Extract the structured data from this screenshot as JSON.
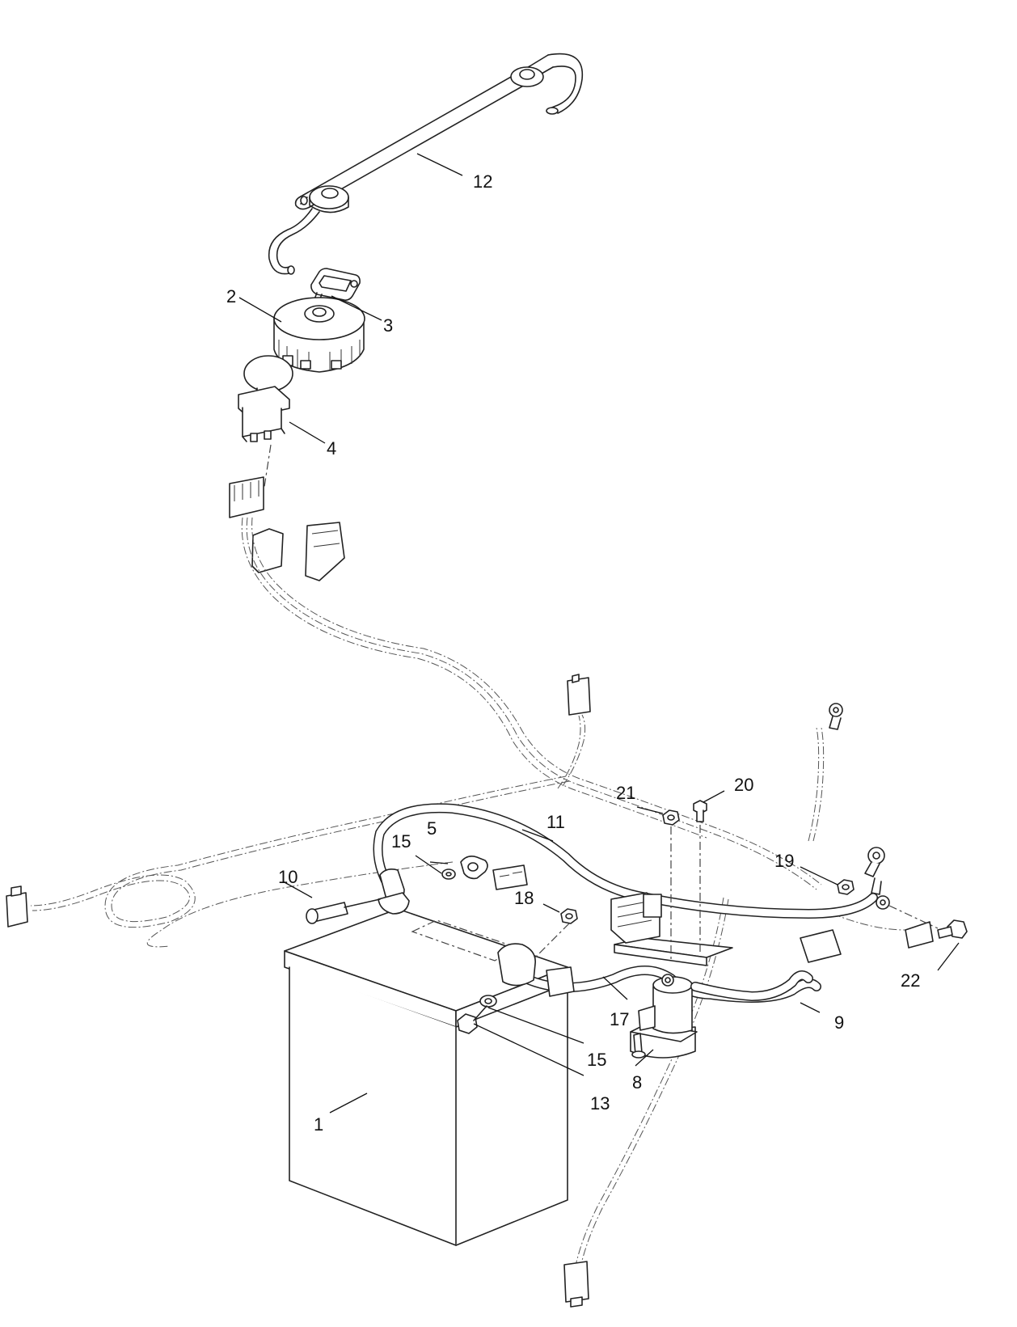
{
  "callouts": {
    "c1": "1",
    "c2": "2",
    "c3": "3",
    "c4": "4",
    "c5": "5",
    "c8": "8",
    "c9": "9",
    "c10": "10",
    "c11": "11",
    "c12": "12",
    "c13": "13",
    "c15a": "15",
    "c15b": "15",
    "c17": "17",
    "c18": "18",
    "c19": "19",
    "c20": "20",
    "c21": "21",
    "c22": "22"
  }
}
